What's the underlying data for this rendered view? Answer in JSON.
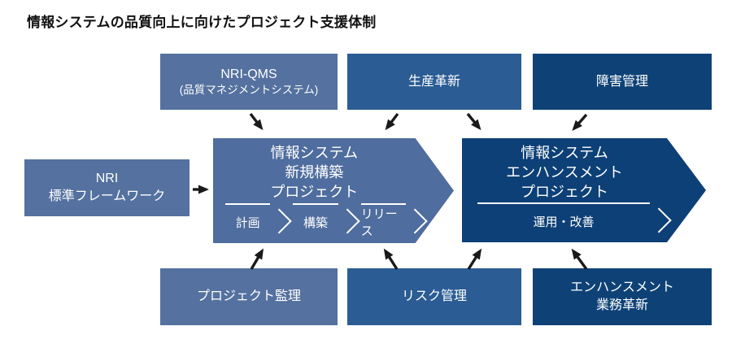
{
  "title": "情報システムの品質向上に向けたプロジェクト支援体制",
  "colors": {
    "light_blue": "#54719f",
    "steel_blue": "#2b5c94",
    "navy_blue": "#0e4277",
    "chevron_light": "#4f6d9e",
    "arrow_black": "#1a1a1a"
  },
  "boxes": {
    "nri_qms_line1": "NRI-QMS",
    "nri_qms_line2": "(品質マネジメントシステム)",
    "seisan": "生産革新",
    "shogai": "障害管理",
    "nri_fw_line1": "NRI",
    "nri_fw_line2": "標準フレームワーク",
    "kanri": "プロジェクト監理",
    "risk": "リスク管理",
    "enh_line1": "エンハンスメント",
    "enh_line2": "業務革新"
  },
  "process_new": {
    "line1": "情報システム",
    "line2": "新規構築",
    "line3": "プロジェクト",
    "stages": [
      "計画",
      "構築",
      "リリース"
    ]
  },
  "process_enh": {
    "line1": "情報システム",
    "line2": "エンハンスメント",
    "line3": "プロジェクト",
    "stage": "運用・改善"
  }
}
